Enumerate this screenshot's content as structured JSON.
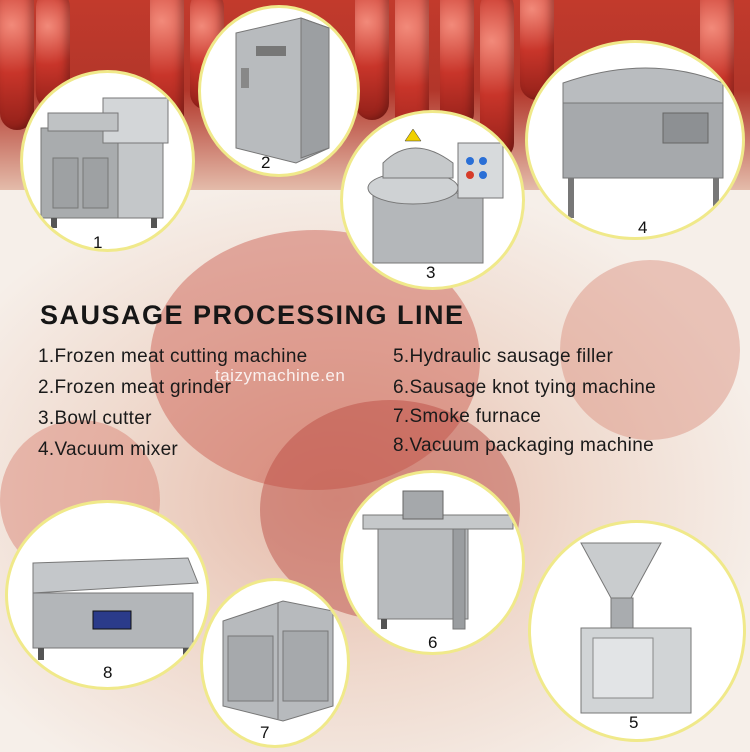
{
  "title": "SAUSAGE PROCESSING LINE",
  "list_left": [
    "1.Frozen meat cutting machine",
    "2.Frozen meat grinder",
    "3.Bowl cutter",
    "4.Vacuum mixer"
  ],
  "list_right": [
    "5.Hydraulic sausage filler",
    "6.Sausage knot tying machine",
    "7.Smoke furnace",
    "8.Vacuum packaging machine"
  ],
  "watermark": "taizymachine.en",
  "machine_numbers": {
    "m1": "1",
    "m2": "2",
    "m3": "3",
    "m4": "4",
    "m5": "5",
    "m6": "6",
    "m7": "7",
    "m8": "8"
  },
  "colors": {
    "circle_border": "#f0e98a",
    "steel": "#b9bcbf",
    "sausage": "#c8352a"
  }
}
